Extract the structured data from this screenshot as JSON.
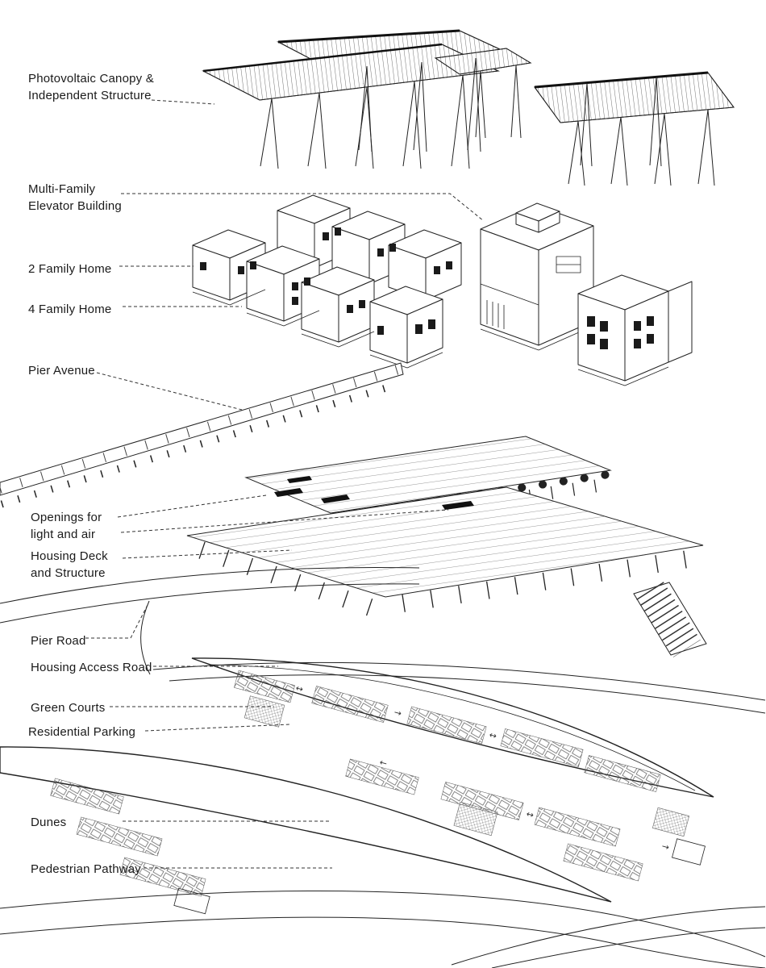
{
  "colors": {
    "ink": "#1a1a1a",
    "background": "#ffffff",
    "leader_line": "#333333"
  },
  "labels": {
    "photovoltaic_canopy": {
      "line1": "Photovoltaic Canopy &",
      "line2": "Independent Structure"
    },
    "multi_family": {
      "line1": "Multi-Family",
      "line2": "Elevator Building"
    },
    "two_family_home": {
      "text": "2 Family Home"
    },
    "four_family_home": {
      "text": "4 Family Home"
    },
    "pier_avenue": {
      "text": "Pier Avenue"
    },
    "openings": {
      "line1": "Openings for",
      "line2": "light and air"
    },
    "housing_deck": {
      "line1": "Housing Deck",
      "line2": "and Structure"
    },
    "pier_road": {
      "text": "Pier Road"
    },
    "housing_access_road": {
      "text": "Housing Access Road"
    },
    "green_courts": {
      "text": "Green Courts"
    },
    "residential_parking": {
      "text": "Residential Parking"
    },
    "dunes": {
      "text": "Dunes"
    },
    "pedestrian_pathway": {
      "text": "Pedestrian Pathway"
    }
  }
}
